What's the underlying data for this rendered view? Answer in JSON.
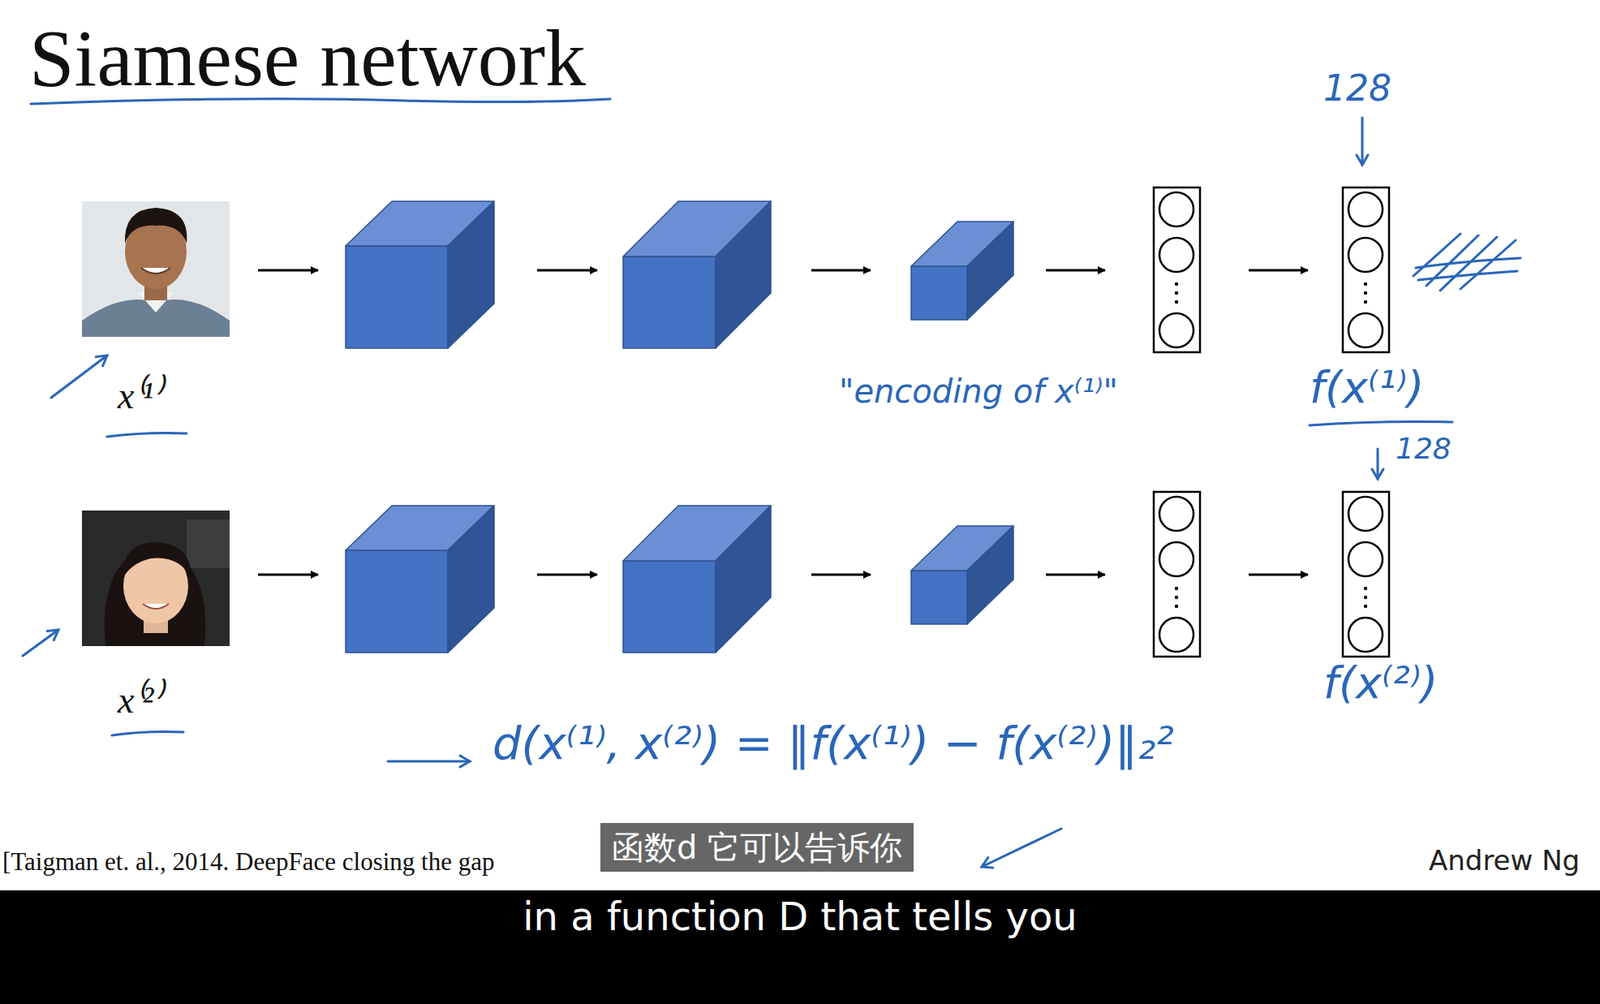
{
  "diagram": {
    "title": "Siamese network",
    "nodes": [
      {
        "text": [
          "函数d 它可以告诉你"
        ]
      },
      {
        "text": [
          "in a function D that tells you"
        ]
      }
    ],
    "labels": [
      "128",
      "\"encoding of x⁽¹⁾\"",
      "f(x⁽¹⁾)",
      "128",
      "x⁽¹⁾",
      "x⁽²⁾",
      "f(x⁽²⁾)",
      "d(x⁽¹⁾, x⁽²⁾) = ‖f(x⁽¹⁾) − f(x⁽²⁾)‖₂²",
      "[Taigman et. al., 2014. DeepFace closing the gap",
      "Andrew Ng"
    ]
  }
}
